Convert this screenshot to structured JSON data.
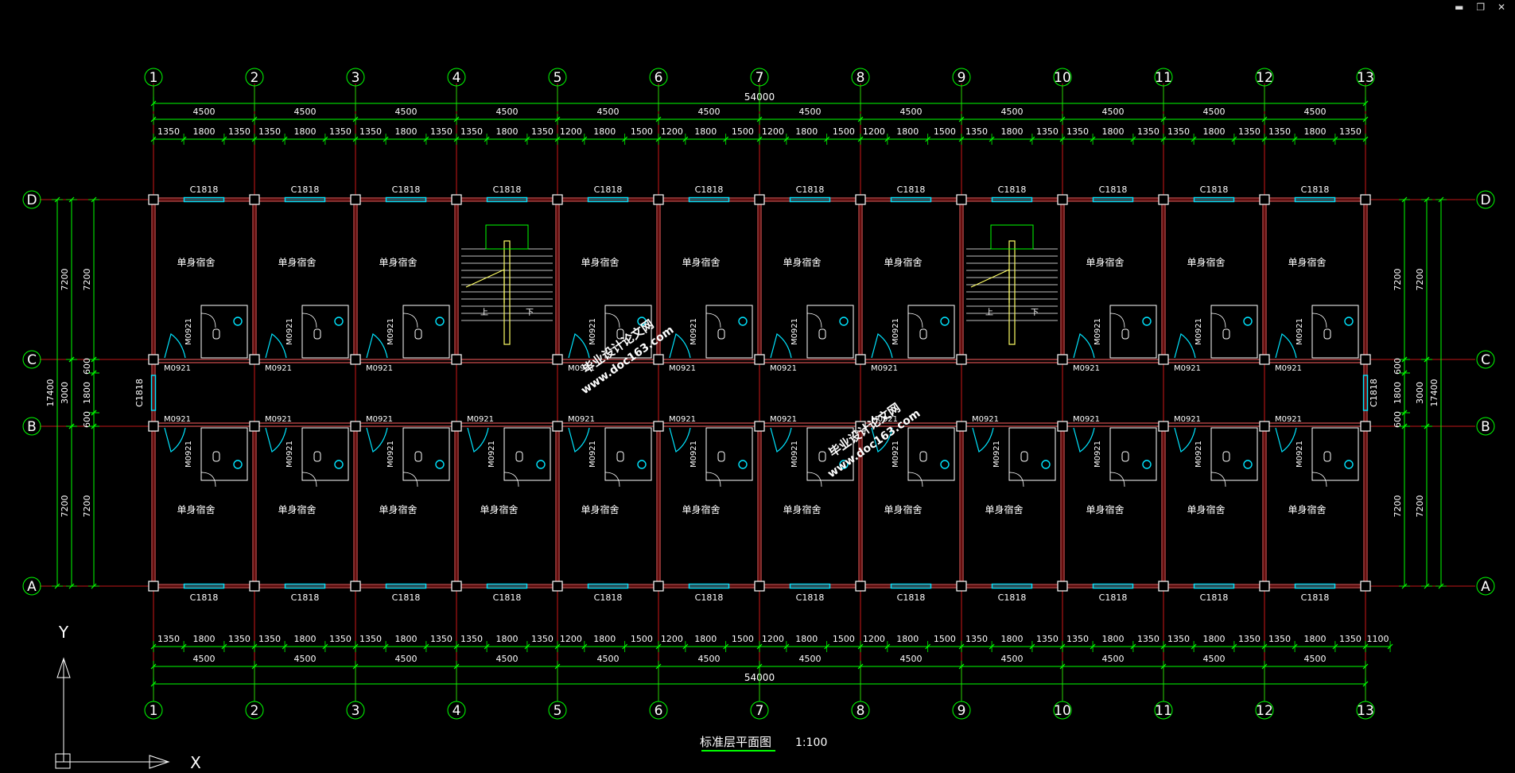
{
  "window": {
    "minimize": "▬",
    "restore": "❐",
    "close": "✕"
  },
  "colors": {
    "axis": "#ff2020",
    "dim": "#00ff00",
    "wall": "#ff6060",
    "text": "#ffffff",
    "room_text": "#ff66ff",
    "window": "#00e5ff",
    "door": "#00e5ff",
    "stair": "#ffff66",
    "fixture": "#ffffff",
    "watermark": "#ff2020",
    "ucs": "#ffffff"
  },
  "plan": {
    "grid_numbers": [
      "1",
      "2",
      "3",
      "4",
      "5",
      "6",
      "7",
      "8",
      "9",
      "10",
      "11",
      "12",
      "13"
    ],
    "grid_letters_top_to_bottom": [
      "D",
      "C",
      "B",
      "A"
    ],
    "total_width": "54000",
    "bay_width": "4500",
    "sub_dims_top": [
      "1350",
      "1800",
      "1350",
      "1350",
      "1800",
      "1350",
      "1350",
      "1800",
      "1350",
      "1350",
      "1800",
      "1350",
      "1200",
      "1800",
      "1500",
      "1200",
      "1800",
      "1500",
      "1200",
      "1800",
      "1500",
      "1200",
      "1800",
      "1500",
      "1350",
      "1800",
      "1350",
      "1350",
      "1800",
      "1350",
      "1350",
      "1800",
      "1350",
      "1350",
      "1800",
      "1350"
    ],
    "sub_dims_bottom": [
      "1350",
      "1800",
      "1350",
      "1350",
      "1800",
      "1350",
      "1350",
      "1800",
      "1350",
      "1350",
      "1800",
      "1350",
      "1200",
      "1800",
      "1500",
      "1200",
      "1800",
      "1500",
      "1200",
      "1800",
      "1500",
      "1200",
      "1800",
      "1500",
      "1350",
      "1800",
      "1350",
      "1350",
      "1800",
      "1350",
      "1350",
      "1800",
      "1350",
      "1350",
      "1800",
      "1350",
      "1100"
    ],
    "vertical_dims": {
      "total": "17400",
      "room": "7200",
      "corridor": "3000",
      "corridor_sub": [
        "600",
        "1800",
        "600"
      ]
    },
    "window_label": "C1818",
    "door_label": "M0921",
    "room_label": "单身宿舍",
    "stair_up": "上",
    "stair_down": "下",
    "title": "标准层平面图",
    "scale": "1:100",
    "watermark_cn": "毕业设计论文网",
    "watermark_url": "www.doc163.com",
    "ucs_x": "X",
    "ucs_y": "Y"
  }
}
